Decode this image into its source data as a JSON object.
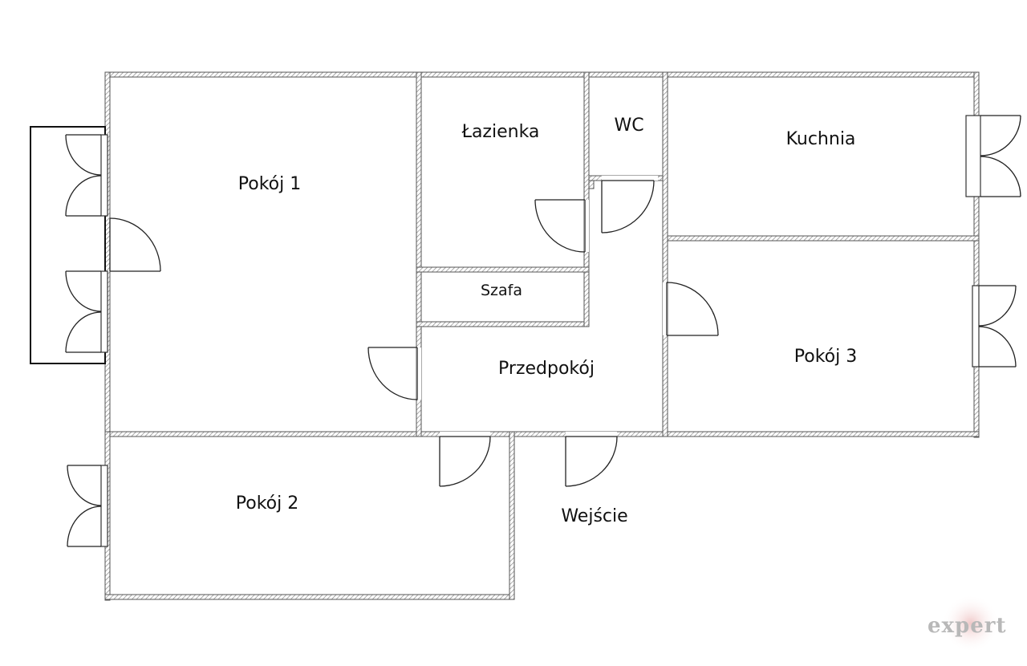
{
  "plan": {
    "rooms": {
      "pokoj1": "Pokój 1",
      "lazienka": "Łazienka",
      "wc": "WC",
      "kuchnia": "Kuchnia",
      "szafa": "Szafa",
      "przedpokoj": "Przedpokój",
      "pokoj3": "Pokój 3",
      "pokoj2": "Pokój 2",
      "wejscie": "Wejście"
    },
    "watermark": "expert",
    "colors": {
      "wall_stroke": "#555555",
      "hatch": "#888888",
      "watermark_dot": "#f3d6d6"
    }
  }
}
